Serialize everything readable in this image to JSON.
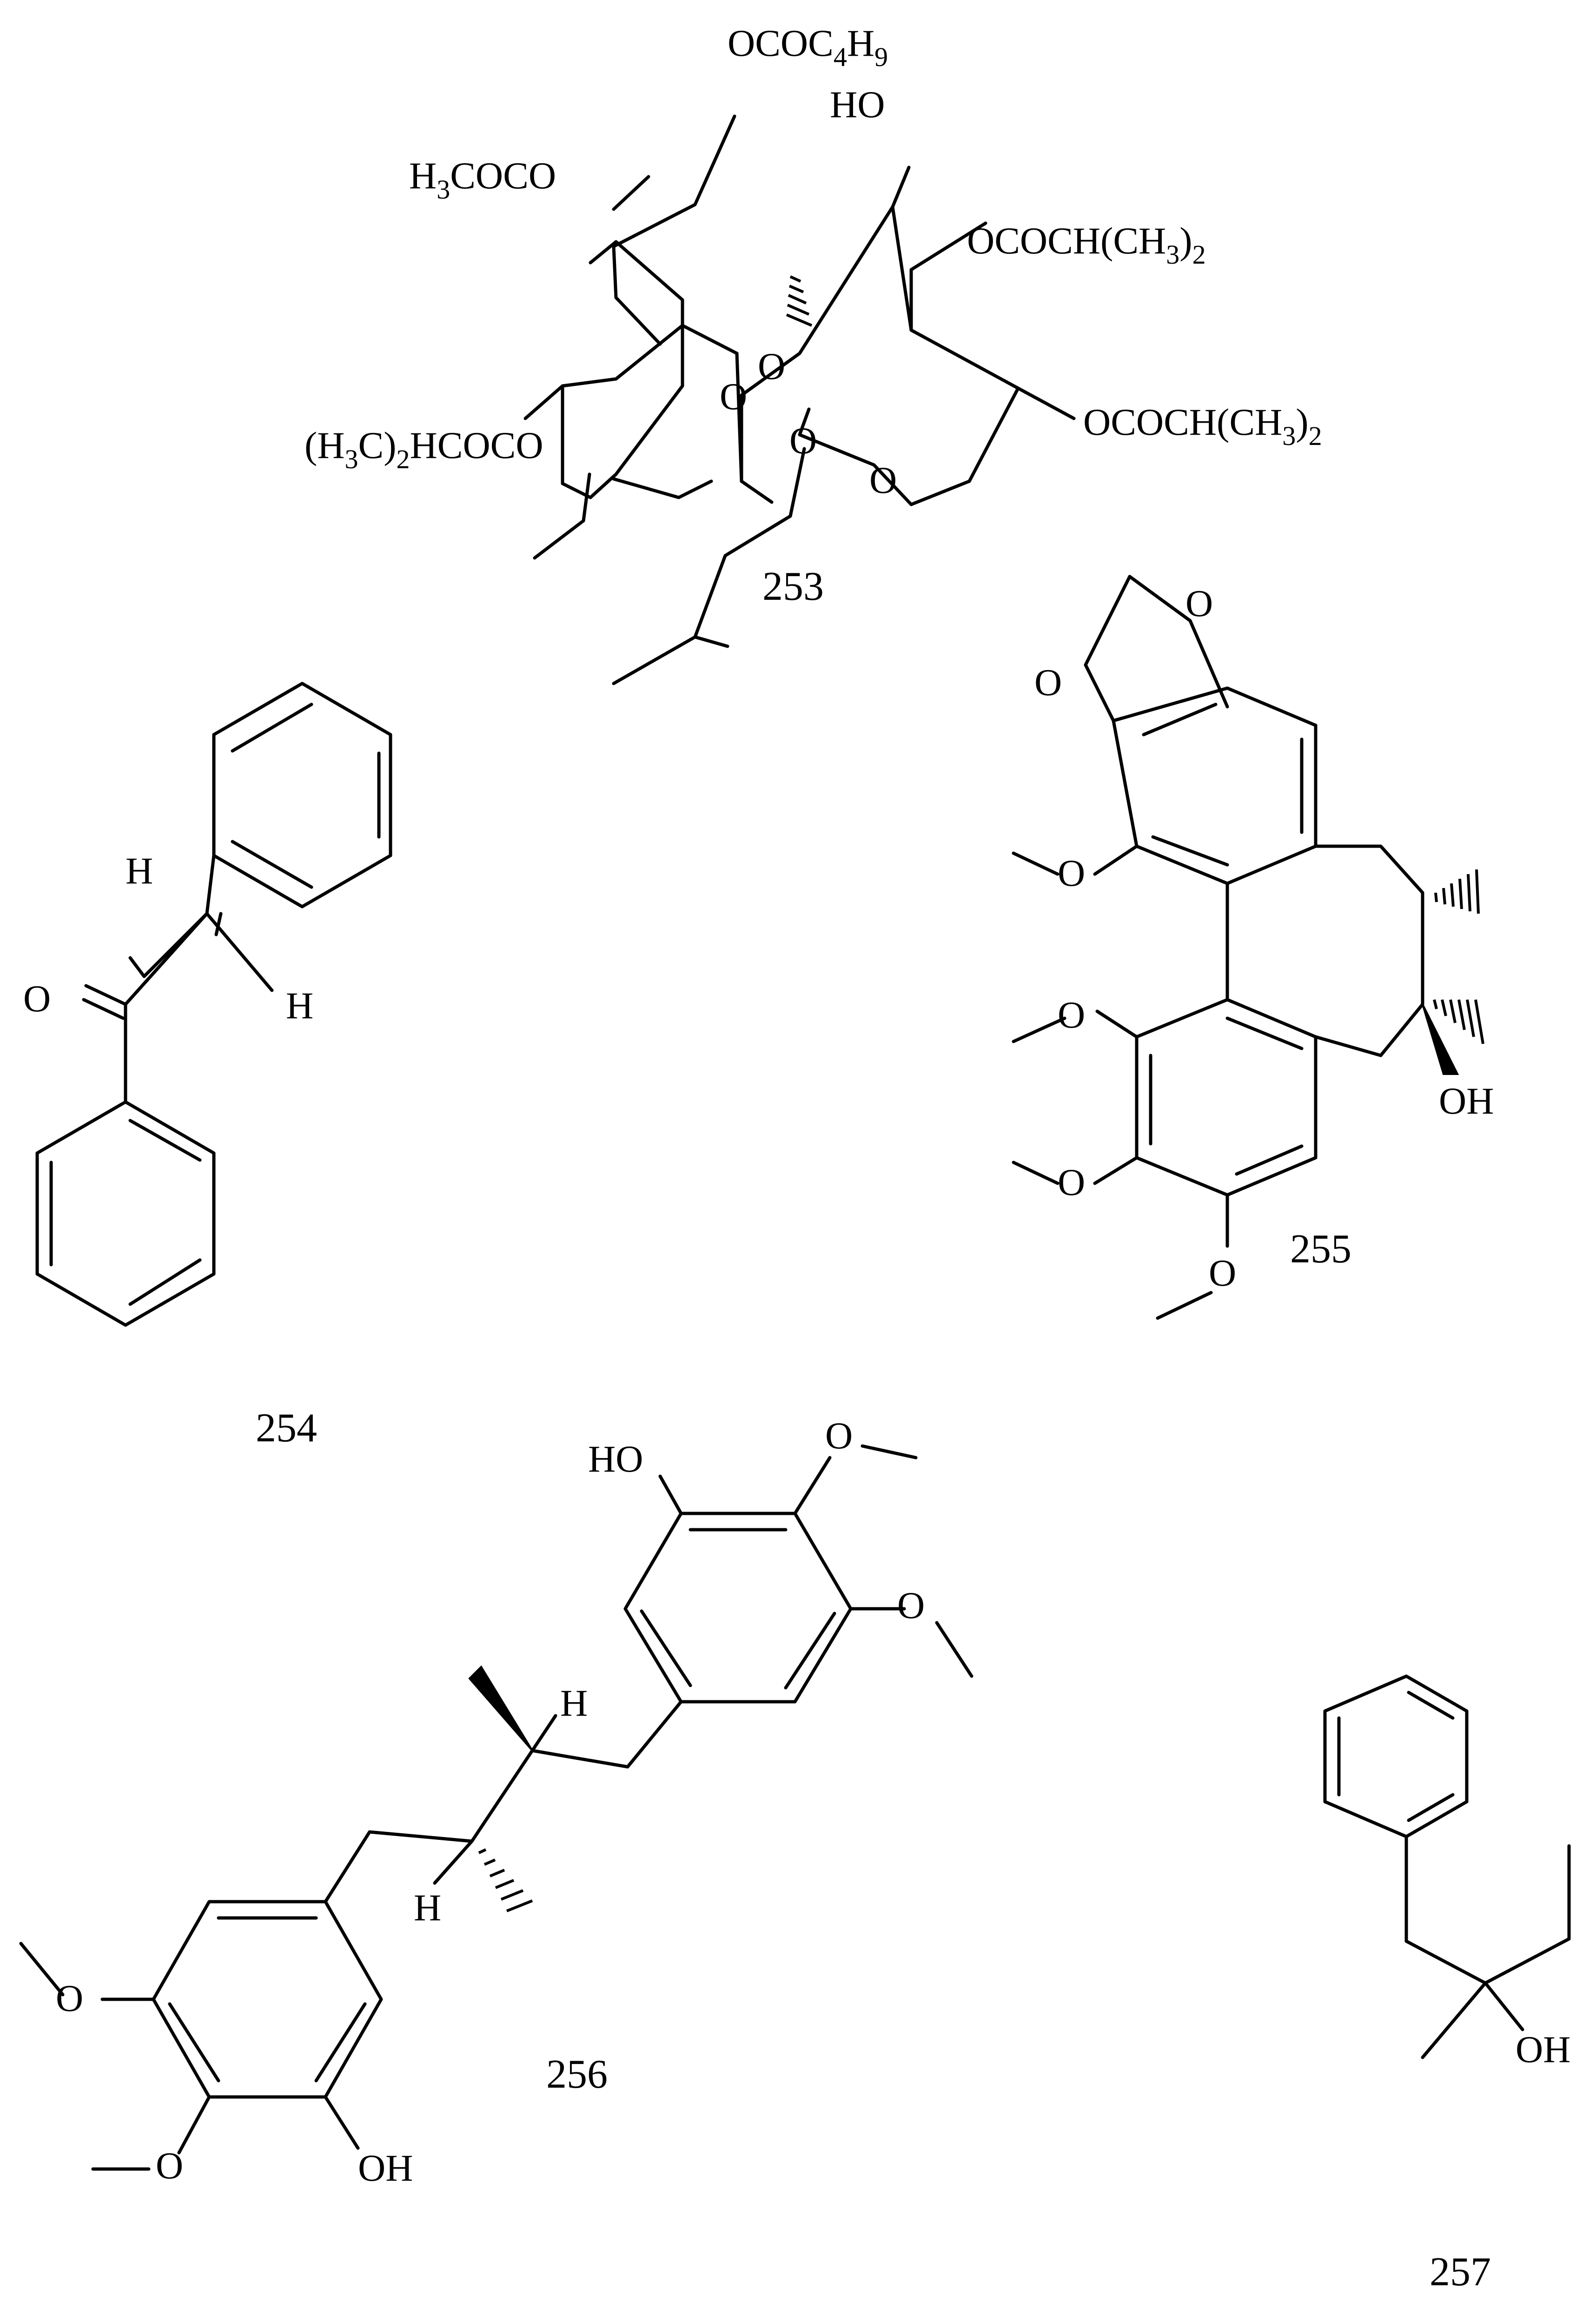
{
  "compounds": [
    {
      "id": "253",
      "labels": {
        "ococ4h9": [
          "OCOC",
          "4",
          "H",
          "9"
        ],
        "ho": "HO",
        "h3coco": [
          "H",
          "3",
          "COCO"
        ],
        "ococh_top": [
          "OCOCH(CH",
          "3",
          ")",
          "2"
        ],
        "h3c2hcoco": [
          "(H",
          "3",
          "C)",
          "2",
          "HCOCO"
        ],
        "ococh_right": [
          "OCOCH(CH",
          "3",
          ")",
          "2"
        ],
        "o_glyco": "O",
        "o_ring_left": "O",
        "o_ring_right": "O",
        "o_butyl": "O"
      }
    },
    {
      "id": "254",
      "labels": {
        "o": "O",
        "h_top": "H",
        "h_right": "H"
      }
    },
    {
      "id": "255",
      "labels": {
        "o_md1": "O",
        "o_md2": "O",
        "o_ome1": "O",
        "o_ome2": "O",
        "o_ome3": "O",
        "o_ome4": "O",
        "oh": "OH"
      }
    },
    {
      "id": "256",
      "labels": {
        "ho_top": "HO",
        "o_top1": "O",
        "o_top2": "O",
        "h_upper": "H",
        "h_lower": "H",
        "o_bot1": "O",
        "o_bot2": "O",
        "oh_bot": "OH"
      }
    },
    {
      "id": "257",
      "labels": {
        "oh": "OH"
      }
    }
  ]
}
